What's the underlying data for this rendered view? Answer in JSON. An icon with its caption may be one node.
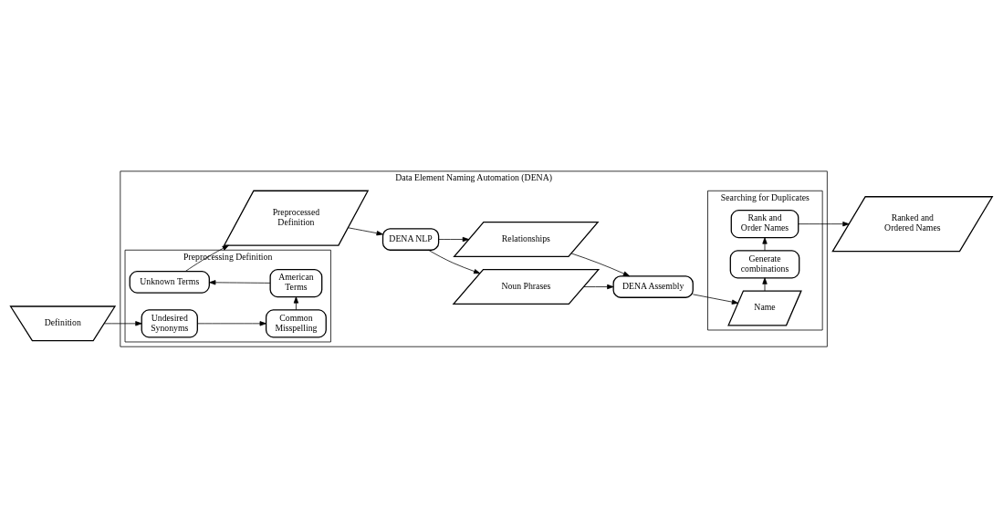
{
  "diagram": {
    "nodes": [
      {
        "text": [
          "Data Element Naming Automation (DENA)"
        ]
      },
      {
        "text": [
          "Preprocessing Definition"
        ],
        "in": 0
      },
      {
        "text": [
          "Undesired Synonyms"
        ],
        "in": 1
      },
      {
        "text": [
          "Common Misspelling"
        ],
        "in": 1
      },
      {
        "text": [
          "American Terms"
        ],
        "in": 1
      },
      {
        "text": [
          "Unknown Terms"
        ],
        "in": 1
      },
      {
        "text": [
          "Searching for Duplicates"
        ],
        "in": 0
      },
      {
        "text": [
          "Rank and Order Names"
        ],
        "in": 6
      },
      {
        "text": [
          "Generate combinations"
        ],
        "in": 6
      },
      {
        "text": [
          "Name"
        ],
        "in": 6
      },
      {
        "text": [
          "Preprocessed Definition"
        ],
        "in": 0
      },
      {
        "text": [
          "DENA NLP"
        ],
        "in": 0
      },
      {
        "text": [
          "Noun Phrases"
        ],
        "in": 0
      },
      {
        "text": [
          "Relationships"
        ],
        "in": 0
      },
      {
        "text": [
          "DENA Assembly"
        ],
        "in": 0
      },
      {
        "text": [
          "Definition"
        ]
      },
      {
        "text": [
          "Ranked and Ordered Names"
        ]
      }
    ],
    "edges": [
      {
        "from": 15,
        "to": 2,
        "arrow": "to"
      },
      {
        "from": 2,
        "to": 3,
        "arrow": "to"
      },
      {
        "from": 3,
        "to": 4,
        "arrow": "to"
      },
      {
        "from": 4,
        "to": 5,
        "arrow": "to"
      },
      {
        "from": 5,
        "to": 10,
        "arrow": "to"
      },
      {
        "from": 10,
        "to": 11,
        "arrow": "to"
      },
      {
        "from": 11,
        "to": 12,
        "arrow": "to"
      },
      {
        "from": 11,
        "to": 13,
        "arrow": "to"
      },
      {
        "from": 12,
        "to": 14,
        "arrow": "to"
      },
      {
        "from": 13,
        "to": 14,
        "arrow": "to"
      },
      {
        "from": 14,
        "to": 9,
        "arrow": "to"
      },
      {
        "from": 9,
        "to": 8,
        "arrow": "to"
      },
      {
        "from": 8,
        "to": 7,
        "arrow": "to"
      },
      {
        "from": 7,
        "to": 16,
        "arrow": "to"
      }
    ]
  }
}
